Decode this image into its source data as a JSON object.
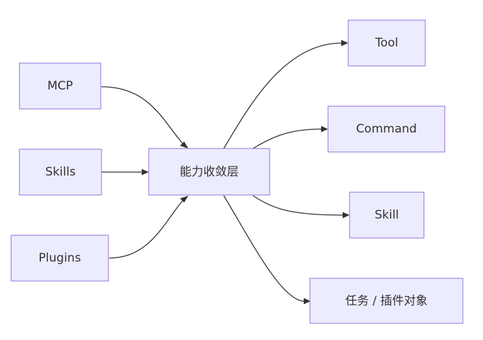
{
  "colors": {
    "node_fill": "#ECECFF",
    "node_stroke": "#9370DB",
    "edge": "#333333",
    "text": "#333333"
  },
  "nodes": {
    "mcp": "MCP",
    "skills": "Skills",
    "plugins": "Plugins",
    "hub": "能力收敛层",
    "tool": "Tool",
    "command": "Command",
    "skill": "Skill",
    "task": "任务 / 插件对象"
  },
  "edges": [
    {
      "from": "mcp",
      "to": "hub"
    },
    {
      "from": "skills",
      "to": "hub"
    },
    {
      "from": "plugins",
      "to": "hub"
    },
    {
      "from": "hub",
      "to": "tool"
    },
    {
      "from": "hub",
      "to": "command"
    },
    {
      "from": "hub",
      "to": "skill"
    },
    {
      "from": "hub",
      "to": "task"
    }
  ]
}
